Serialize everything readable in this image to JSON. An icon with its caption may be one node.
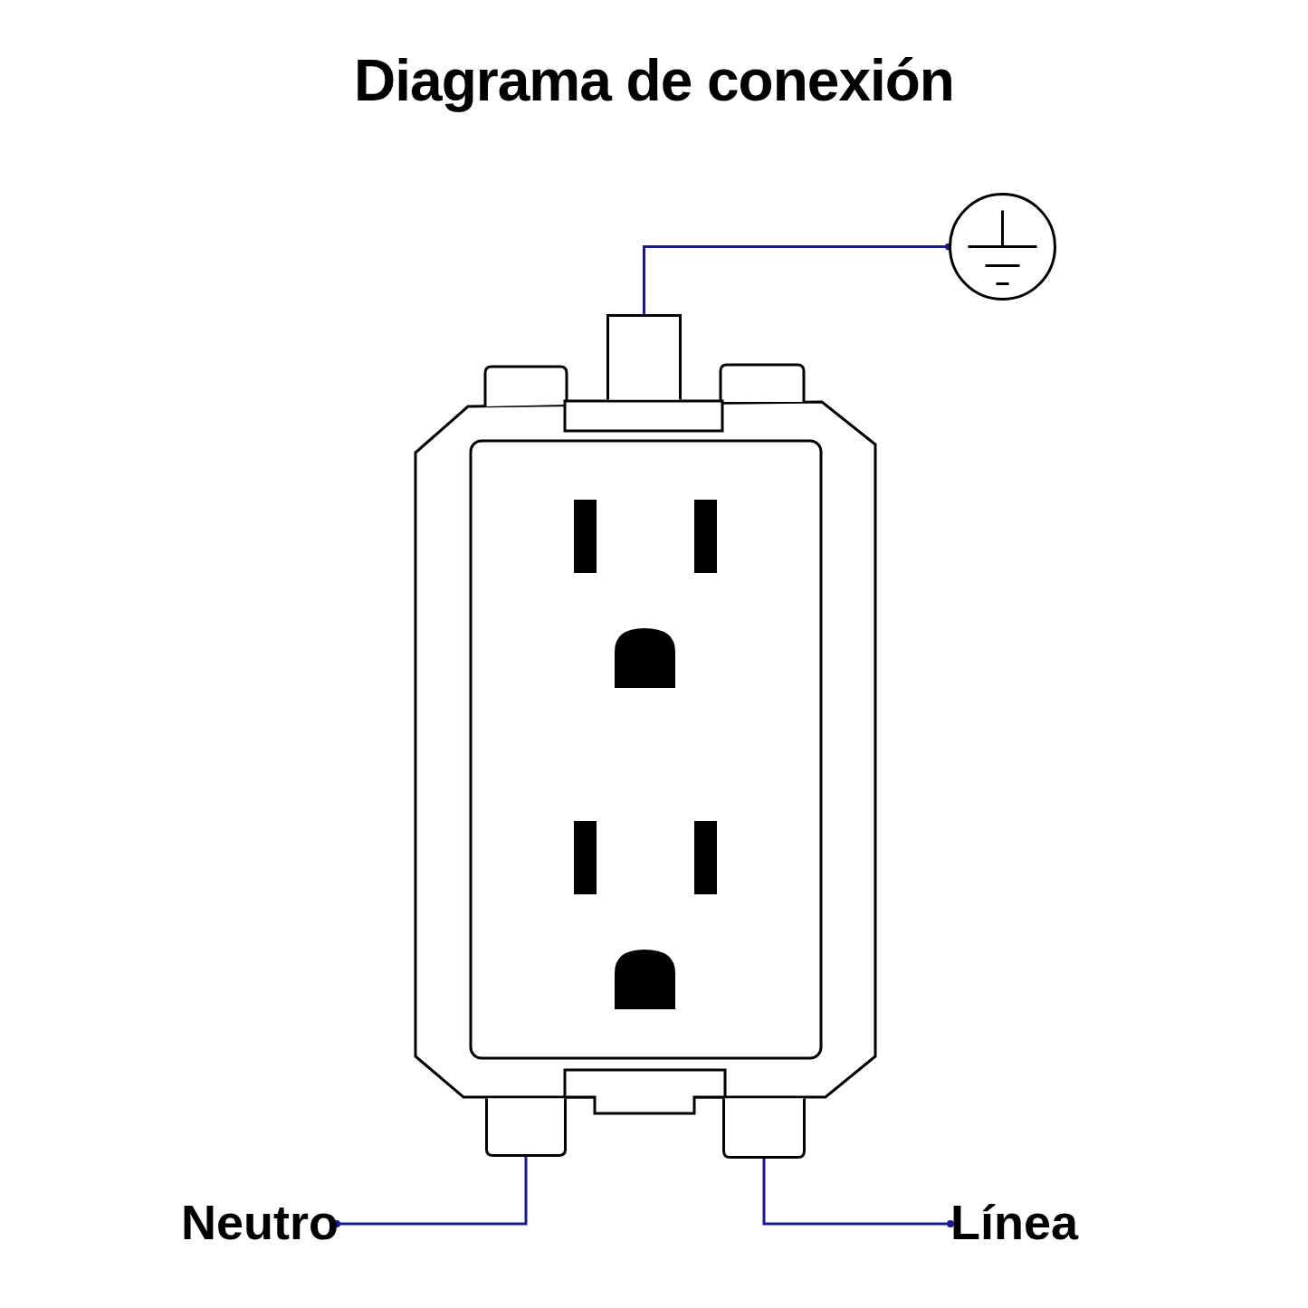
{
  "diagram": {
    "title": "Diagrama de conexión",
    "nodes": [
      {
        "text": [],
        "shape": "picture"
      },
      {
        "text": [],
        "shape": "box"
      },
      {
        "text": [],
        "shape": "box"
      },
      {
        "text": [],
        "shape": "box"
      },
      {
        "text": [],
        "shape": "circle"
      },
      {
        "text": [
          "Neutro"
        ]
      },
      {
        "text": [
          "Línea"
        ]
      }
    ],
    "edges": [
      {
        "from": 4,
        "to": 1,
        "arrow": "other"
      },
      {
        "from": 5,
        "to": 2,
        "arrow": "other"
      },
      {
        "from": 6,
        "to": 3,
        "arrow": "other"
      }
    ]
  }
}
